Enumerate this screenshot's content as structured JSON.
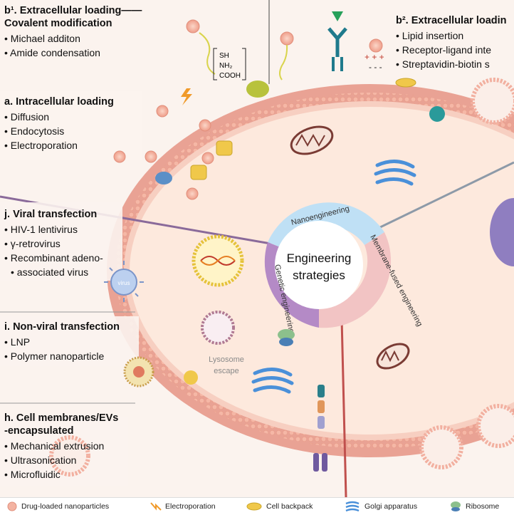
{
  "center": {
    "title_line1": "Engineering",
    "title_line2": "strategies",
    "ring_top": "Nanoengineering",
    "ring_right": "Membrane-fused engineering",
    "ring_left": "Genetic engineering"
  },
  "panels": {
    "b1": {
      "title_sup": "b¹. Extracellular loading——",
      "subtitle": "Covalent modification",
      "items": [
        "Michael additon",
        "Amide condensation"
      ]
    },
    "b2": {
      "title": "b². Extracellular loadin",
      "items": [
        "Lipid insertion",
        "Receptor-ligand inte",
        "Streptavidin-biotin s"
      ]
    },
    "a": {
      "title": "a. Intracellular loading",
      "items": [
        "Diffusion",
        "Endocytosis",
        "Electroporation"
      ]
    },
    "j": {
      "title": "j. Viral transfection",
      "items": [
        "HIV-1 lentivirus",
        "γ-retrovirus",
        "Recombinant adeno-",
        "associated virus"
      ]
    },
    "i": {
      "title": "i. Non-viral transfection",
      "items": [
        "LNP",
        "Polymer nanoparticle"
      ]
    },
    "h": {
      "title_line1": "h. Cell membranes/EVs",
      "title_line2": "-encapsulated",
      "items": [
        "Mechanical extrusion",
        "Ultrasonication",
        "Microfluidic"
      ]
    }
  },
  "labels": {
    "sh": "SH",
    "nh2": "NH₂",
    "cooh": "COOH",
    "lysosome": "Lysosome",
    "escape": "escape",
    "virus_label": "virus"
  },
  "legend": {
    "items": [
      "Drug-loaded nanoparticles",
      "Electroporation",
      "Cell backpack",
      "Golgi apparatus",
      "Ribosome"
    ]
  },
  "colors": {
    "membrane": "#f2b0a0",
    "cell_fill": "#fde8dc",
    "ring_blue": "#bfe0f5",
    "ring_red": "#f2c4c4",
    "ring_purple": "#b48ac6",
    "divider_purple": "#8a6a9a",
    "divider_red": "#c0504d",
    "divider_gray": "#8d9aa8"
  }
}
